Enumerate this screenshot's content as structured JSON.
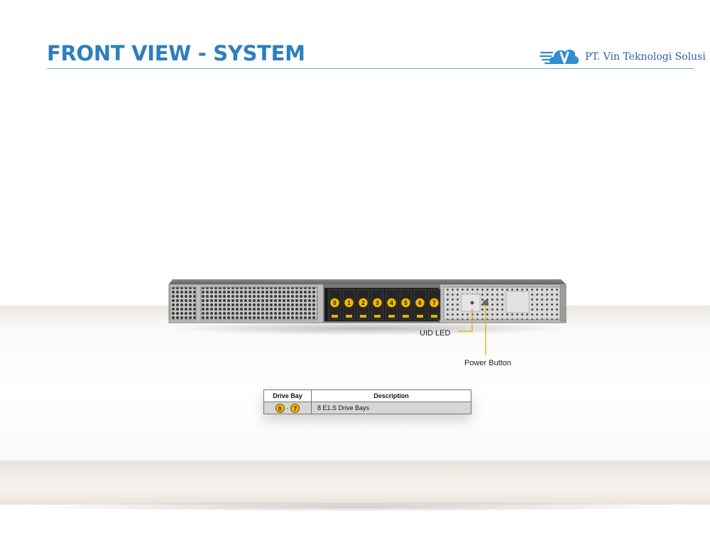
{
  "header": {
    "title": "FRONT VIEW - SYSTEM",
    "company": "PT. Vin Teknologi Solusi",
    "brand_color": "#2d7fbf"
  },
  "server": {
    "drive_bays": [
      "0",
      "1",
      "2",
      "3",
      "4",
      "5",
      "6",
      "7"
    ],
    "bay_color": "#f2b705"
  },
  "callouts": {
    "uid_led": "UID LED",
    "power_button": "Power Button",
    "line_color": "#e0a800"
  },
  "table": {
    "headers": [
      "Drive Bay",
      "Description"
    ],
    "rows": [
      {
        "bay_start": "0",
        "bay_sep": "-",
        "bay_end": "7",
        "description": "8 E1.S Drive  Bays"
      }
    ]
  }
}
